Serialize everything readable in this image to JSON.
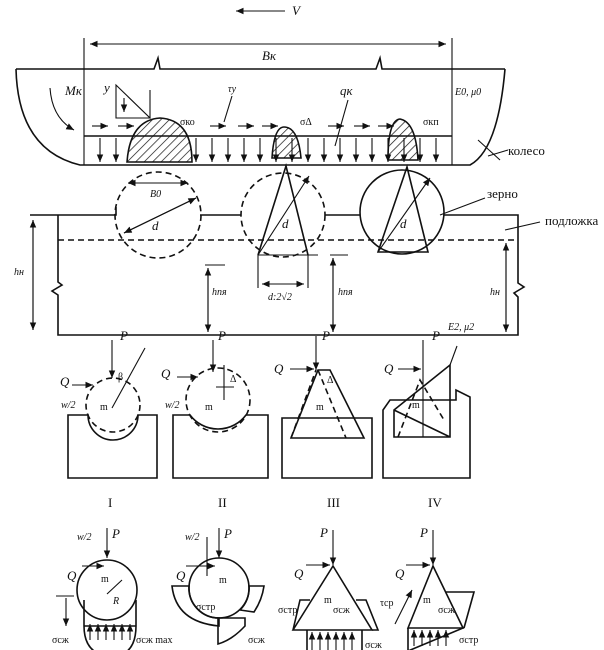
{
  "top": {
    "velocity": "V",
    "width_label": "Bк",
    "moment": "Mк",
    "y_label": "y",
    "tau": "τy",
    "q": "qк",
    "wheel_props": "E0, μ0",
    "sigma_ko": "σко",
    "sigma_delta": "σΔ",
    "sigma_kp": "σкп",
    "wheel": "колесо",
    "grain": "зерно",
    "substrate": "подложка",
    "contact_width": "B0",
    "d1": "d",
    "d2": "d",
    "d3": "d",
    "d_base": "d:2√2",
    "h_n": "hн",
    "h_pa1": "hпя",
    "h_pa2": "hпя",
    "h_n2": "hн",
    "substrate_props": "E2, μ2"
  },
  "cases": {
    "numerals": [
      "I",
      "II",
      "III",
      "IV"
    ],
    "P": "P",
    "Q": "Q",
    "m": "m",
    "w2": "w/2",
    "beta": "β",
    "delta": "Δ",
    "R": "R",
    "sigma_sj": "σсж",
    "sigma_sj_max": "σсж max",
    "sigma_str": "σстр",
    "tau_sr": "τср"
  }
}
